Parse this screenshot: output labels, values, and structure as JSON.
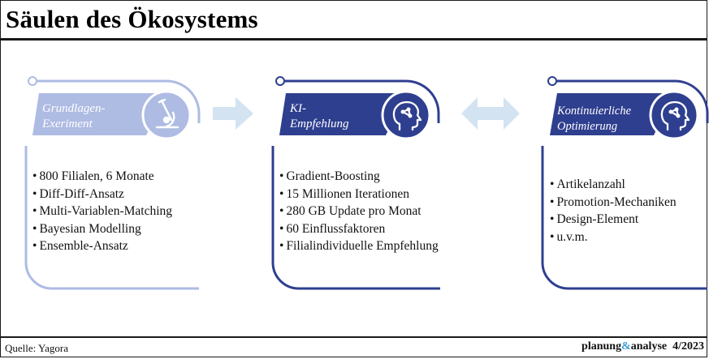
{
  "title": "Säulen des Ökosystems",
  "columns": [
    {
      "heading_line1": "Grundlagen-",
      "heading_line2": "Exeriment",
      "icon": "microscope-icon",
      "bullets": [
        "800 Filialen, 6 Monate",
        "Diff-Diff-Ansatz",
        "Multi-Variablen-Matching",
        "Bayesian Modelling",
        "Ensemble-Ansatz"
      ]
    },
    {
      "heading_line1": "KI-",
      "heading_line2": "Empfehlung",
      "icon": "brain-head-icon",
      "bullets": [
        "Gradient-Boosting",
        "15 Millionen Iterationen",
        "280 GB Update pro Monat",
        "60 Einflussfaktoren",
        "Filialindividuelle Empfehlung"
      ]
    },
    {
      "heading_line1": "Kontinuierliche",
      "heading_line2": "Optimierung",
      "icon": "brain-head-icon",
      "bullets": [
        "Artikelanzahl",
        "Promotion-Mechaniken",
        "Design-Element",
        "u.v.m."
      ]
    }
  ],
  "arrows": [
    "arrow-right-icon",
    "arrow-double-icon"
  ],
  "colors": {
    "light_blue": "#aebbe3",
    "dark_blue": "#2f3f8f",
    "arrow": "#d3e3f2"
  },
  "footer": {
    "source": "Quelle: Yagora",
    "brand_part1": "planung",
    "brand_amp": "&",
    "brand_part2": "analyse",
    "issue": "4/2023"
  }
}
